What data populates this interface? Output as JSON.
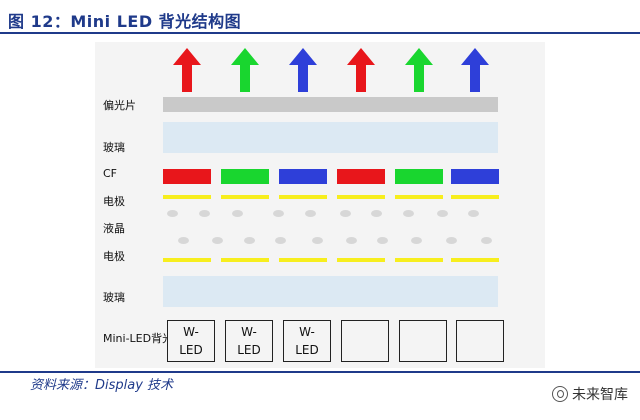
{
  "figure": {
    "title": "图 12：Mini LED 背光结构图",
    "source": "资料来源：Display 技术",
    "watermark": "未来智库"
  },
  "layers": {
    "polarizer": "偏光片",
    "glass_upper": "玻璃",
    "cf": "CF",
    "electrode_upper": "电极",
    "liquid_crystal": "液晶",
    "electrode_lower": "电极",
    "glass_lower": "玻璃",
    "backlight": "Mini-LED背光"
  },
  "arrows": {
    "colors": [
      "#e8161b",
      "#19d62f",
      "#2e3fd9",
      "#e8161b",
      "#19d62f",
      "#2e3fd9"
    ],
    "icons": [
      "arrow-up-icon",
      "arrow-up-icon",
      "arrow-up-icon",
      "arrow-up-icon",
      "arrow-up-icon",
      "arrow-up-icon"
    ]
  },
  "cf_filters": {
    "colors": [
      "#e8161b",
      "#19d62f",
      "#2e3fd9",
      "#e8161b",
      "#19d62f",
      "#2e3fd9"
    ]
  },
  "led_boxes": [
    {
      "line1": "W-",
      "line2": "LED"
    },
    {
      "line1": "W-",
      "line2": "LED"
    },
    {
      "line1": "W-",
      "line2": "LED"
    },
    {
      "line1": "",
      "line2": ""
    },
    {
      "line1": "",
      "line2": ""
    },
    {
      "line1": "",
      "line2": ""
    }
  ],
  "colors": {
    "title": "#1f3a8a",
    "electrode": "#f7ee1e",
    "glass": "#dce9f3",
    "polarizer": "#c9c9c9"
  }
}
